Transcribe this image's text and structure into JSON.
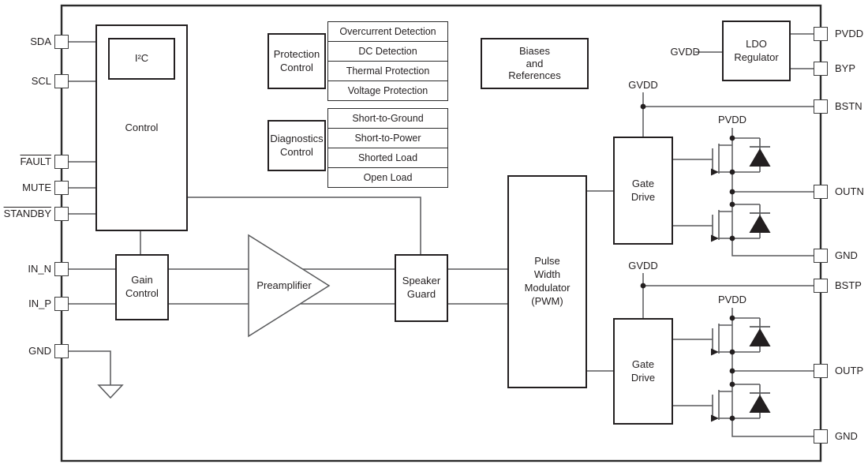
{
  "pins": {
    "left": [
      {
        "label": "SDA",
        "overline": false
      },
      {
        "label": "SCL",
        "overline": false
      },
      {
        "label": "FAULT",
        "overline": true
      },
      {
        "label": "MUTE",
        "overline": false
      },
      {
        "label": "STANDBY",
        "overline": true
      },
      {
        "label": "IN_N",
        "overline": false
      },
      {
        "label": "IN_P",
        "overline": false
      },
      {
        "label": "GND",
        "overline": false
      }
    ],
    "right": [
      {
        "label": "PVDD"
      },
      {
        "label": "BYP"
      },
      {
        "label": "BSTN"
      },
      {
        "label": "OUTN"
      },
      {
        "label": "GND"
      },
      {
        "label": "BSTP"
      },
      {
        "label": "OUTP"
      },
      {
        "label": "GND"
      }
    ]
  },
  "blocks": {
    "control": "Control",
    "i2c": "I²C",
    "protection_control": "Protection\nControl",
    "diagnostics_control": "Diagnostics\nControl",
    "biases": "Biases\nand\nReferences",
    "ldo": "LDO\nRegulator",
    "gain_control": "Gain\nControl",
    "preamplifier": "Preamplifier",
    "speaker_guard": "Speaker\nGuard",
    "pwm": "Pulse\nWidth\nModulator\n(PWM)",
    "gate_drive": "Gate\nDrive"
  },
  "protection_functions": [
    "Overcurrent Detection",
    "DC Detection",
    "Thermal Protection",
    "Voltage Protection"
  ],
  "diagnostic_functions": [
    "Short-to-Ground",
    "Short-to-Power",
    "Shorted Load",
    "Open Load"
  ],
  "nets": {
    "gvdd": "GVDD",
    "pvdd": "PVDD"
  },
  "colors": {
    "wire": "#58595b",
    "border": "#231f20",
    "background": "#ffffff",
    "text": "#231f20"
  }
}
